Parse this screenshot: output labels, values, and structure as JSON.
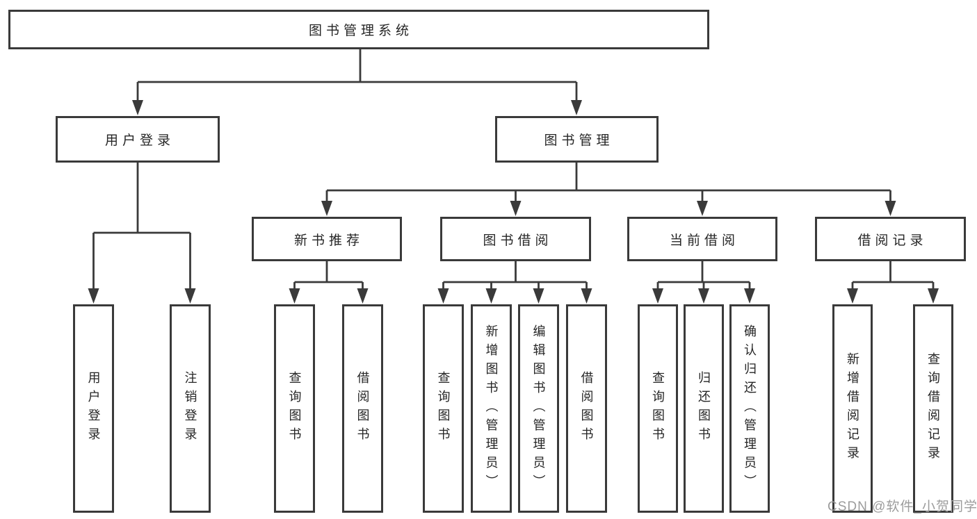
{
  "diagram": {
    "root": "图书管理系统",
    "branches": [
      {
        "label": "用户登录",
        "leaves": [
          "用户登录",
          "注销登录"
        ]
      },
      {
        "label": "图书管理",
        "groups": [
          {
            "label": "新书推荐",
            "leaves": [
              "查询图书",
              "借阅图书"
            ]
          },
          {
            "label": "图书借阅",
            "leaves": [
              "查询图书",
              "新增图书（管理员）",
              "编辑图书（管理员）",
              "借阅图书"
            ]
          },
          {
            "label": "当前借阅",
            "leaves": [
              "查询图书",
              "归还图书",
              "确认归还（管理员）"
            ]
          },
          {
            "label": "借阅记录",
            "leaves": [
              "新增借阅记录",
              "查询借阅记录"
            ]
          }
        ]
      }
    ]
  },
  "watermark": "CSDN @软件_小贺同学",
  "colors": {
    "line": "#3a3a3a",
    "box_border": "#3a3a3a",
    "text": "#262626",
    "background": "#ffffff",
    "watermark": "#9c9c9c"
  }
}
